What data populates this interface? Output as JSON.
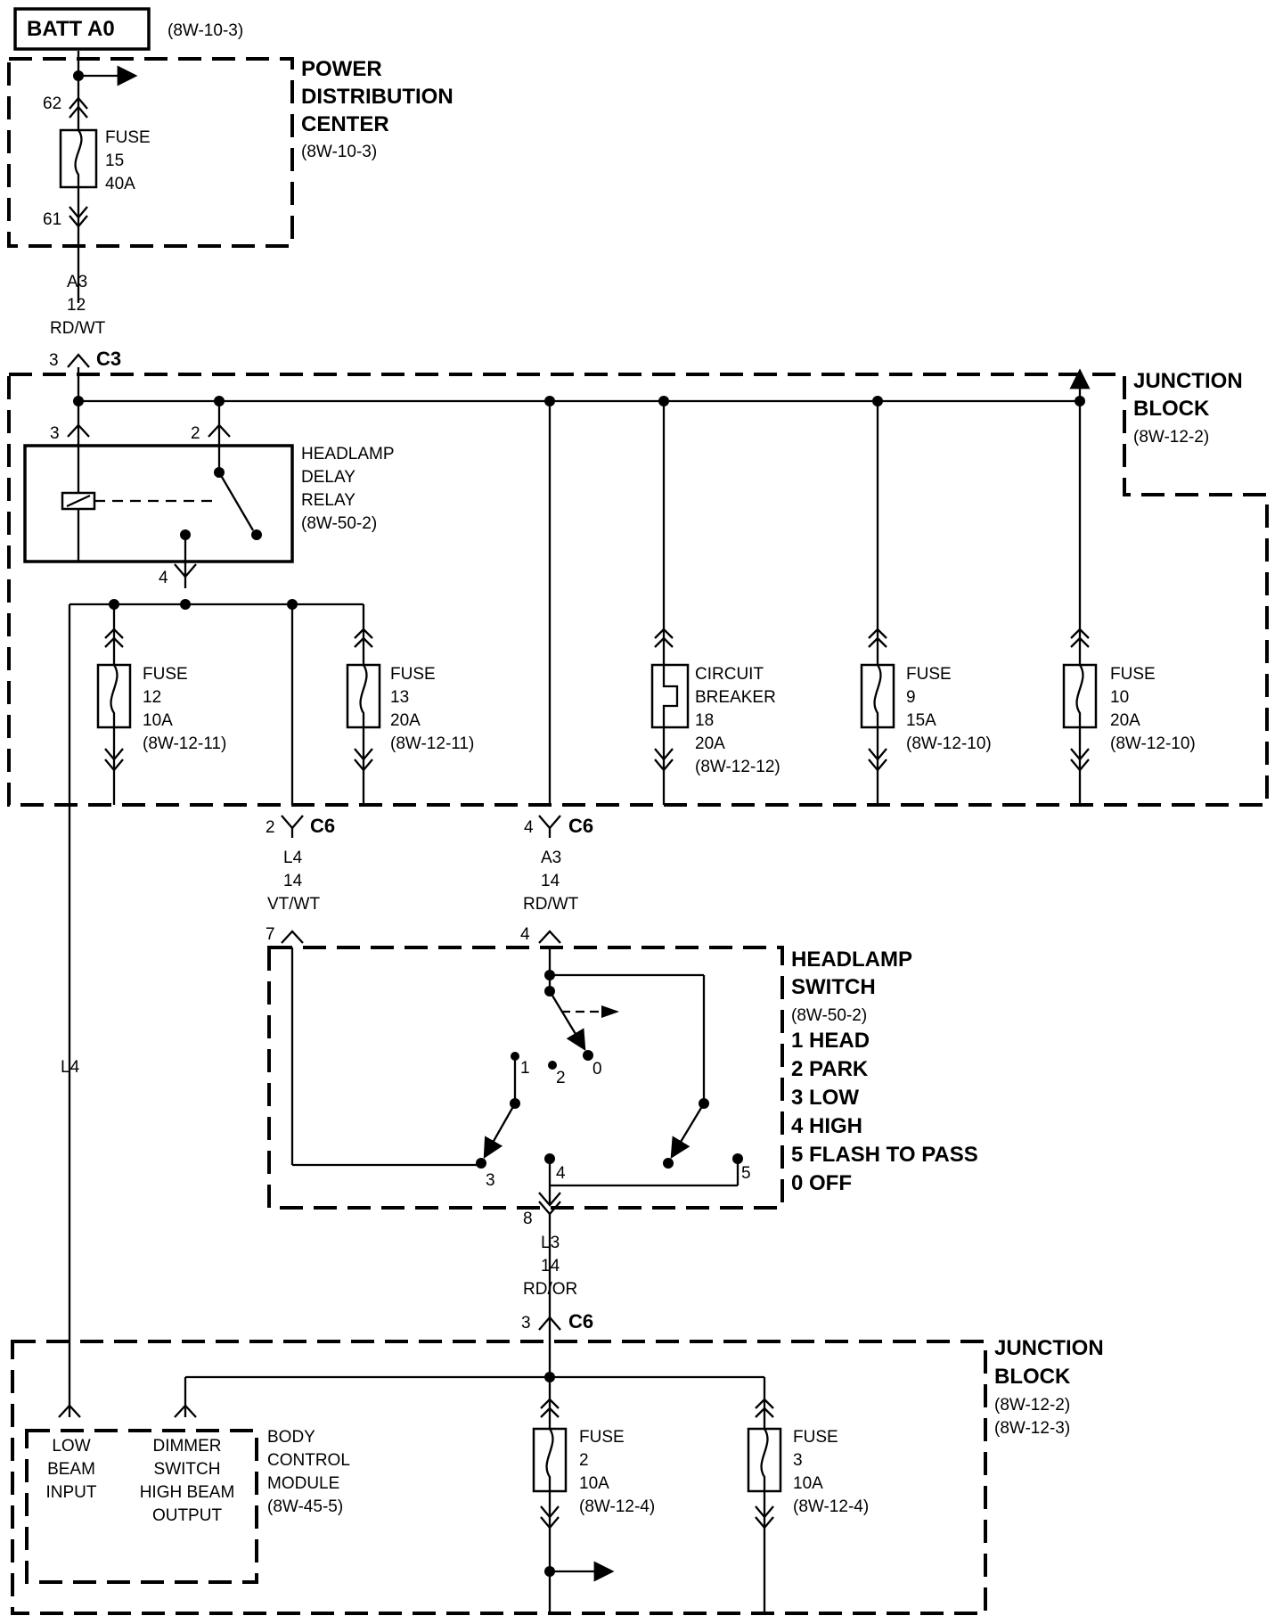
{
  "batt": {
    "label": "BATT A0",
    "ref": "(8W-10-3)"
  },
  "pdc": {
    "title": [
      "POWER",
      "DISTRIBUTION",
      "CENTER"
    ],
    "ref": "(8W-10-3)",
    "pin_in": "62",
    "pin_out": "61",
    "fuse": [
      "FUSE",
      "15",
      "40A"
    ]
  },
  "wire_a3_top": [
    "A3",
    "12",
    "RD/WT"
  ],
  "c3": {
    "pin": "3",
    "name": "C3"
  },
  "jb1": {
    "title": [
      "JUNCTION",
      "BLOCK"
    ],
    "ref": "(8W-12-2)"
  },
  "relay": {
    "pin_a": "3",
    "pin_b": "2",
    "pin_out": "4",
    "label": [
      "HEADLAMP",
      "DELAY",
      "RELAY",
      "(8W-50-2)"
    ]
  },
  "fuse12": [
    "FUSE",
    "12",
    "10A",
    "(8W-12-11)"
  ],
  "fuse13": [
    "FUSE",
    "13",
    "20A",
    "(8W-12-11)"
  ],
  "cb18": [
    "CIRCUIT",
    "BREAKER",
    "18",
    "20A",
    "(8W-12-12)"
  ],
  "fuse9": [
    "FUSE",
    "9",
    "15A",
    "(8W-12-10)"
  ],
  "fuse10": [
    "FUSE",
    "10",
    "20A",
    "(8W-12-10)"
  ],
  "c6_a": {
    "pin": "2",
    "name": "C6",
    "wire": [
      "L4",
      "14",
      "VT/WT"
    ],
    "sw_pin": "7"
  },
  "c6_b": {
    "pin": "4",
    "name": "C6",
    "wire": [
      "A3",
      "14",
      "RD/WT"
    ],
    "sw_pin": "4"
  },
  "switch": {
    "title": [
      "HEADLAMP",
      "SWITCH"
    ],
    "ref": "(8W-50-2)",
    "legend": [
      "1 HEAD",
      "2 PARK",
      "3 LOW",
      "4 HIGH",
      "5 FLASH TO PASS",
      "0 OFF"
    ],
    "positions": [
      "1",
      "2",
      "0",
      "3",
      "4",
      "5"
    ],
    "out_pin": "8"
  },
  "wire_l3": [
    "L3",
    "14",
    "RD/OR"
  ],
  "c6_c": {
    "pin": "3",
    "name": "C6"
  },
  "wire_l4": "L4",
  "jb2": {
    "title": [
      "JUNCTION",
      "BLOCK"
    ],
    "refs": [
      "(8W-12-2)",
      "(8W-12-3)"
    ]
  },
  "bcm": {
    "low": [
      "LOW",
      "BEAM",
      "INPUT"
    ],
    "dimmer": [
      "DIMMER",
      "SWITCH",
      "HIGH BEAM",
      "OUTPUT"
    ],
    "label": [
      "BODY",
      "CONTROL",
      "MODULE",
      "(8W-45-5)"
    ]
  },
  "fuse2": [
    "FUSE",
    "2",
    "10A",
    "(8W-12-4)"
  ],
  "fuse3": [
    "FUSE",
    "3",
    "10A",
    "(8W-12-4)"
  ]
}
